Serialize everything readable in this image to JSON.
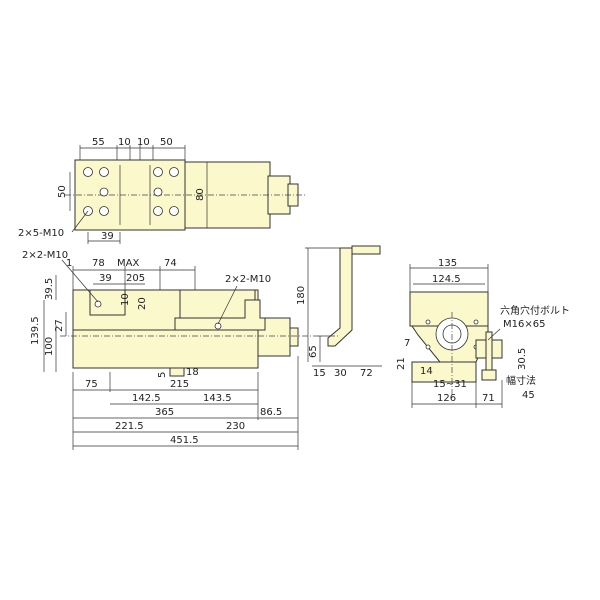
{
  "top_view": {
    "dim_55": "55",
    "dim_10a": "10",
    "dim_10b": "10",
    "dim_50a": "50",
    "dim_50b": "50",
    "dim_80": "80",
    "dim_39": "39",
    "note_holes": "2×5-M10"
  },
  "front_view": {
    "note_left": "2×2-M10",
    "note_right": "2×2-M10",
    "dim_1": "1",
    "dim_78": "78",
    "dim_max": "MAX",
    "dim_74": "74",
    "dim_39": "39",
    "dim_205": "205",
    "dim_10": "10",
    "dim_20": "20",
    "dim_39_5": "39.5",
    "dim_139_5": "139.5",
    "dim_27": "27",
    "dim_100": "100",
    "dim_5": "5",
    "dim_18": "18",
    "dim_75": "75",
    "dim_215": "215",
    "dim_142_5": "142.5",
    "dim_143_5": "143.5",
    "dim_365": "365",
    "dim_86_5": "86.5",
    "dim_221_5": "221.5",
    "dim_230": "230",
    "dim_451_5": "451.5"
  },
  "handle_view": {
    "dim_180": "180",
    "dim_65": "65",
    "dim_15": "15",
    "dim_30": "30",
    "dim_72": "72"
  },
  "side_view": {
    "dim_135": "135",
    "dim_124_5": "124.5",
    "note_bolt": "六角穴付ボルト",
    "note_bolt_size": "M16×65",
    "dim_7": "7",
    "dim_21": "21",
    "dim_14": "14",
    "dim_15_31": "15~31",
    "dim_30_5": "30.5",
    "note_width": "幅寸法",
    "dim_45": "45",
    "dim_126": "126",
    "dim_71": "71"
  }
}
